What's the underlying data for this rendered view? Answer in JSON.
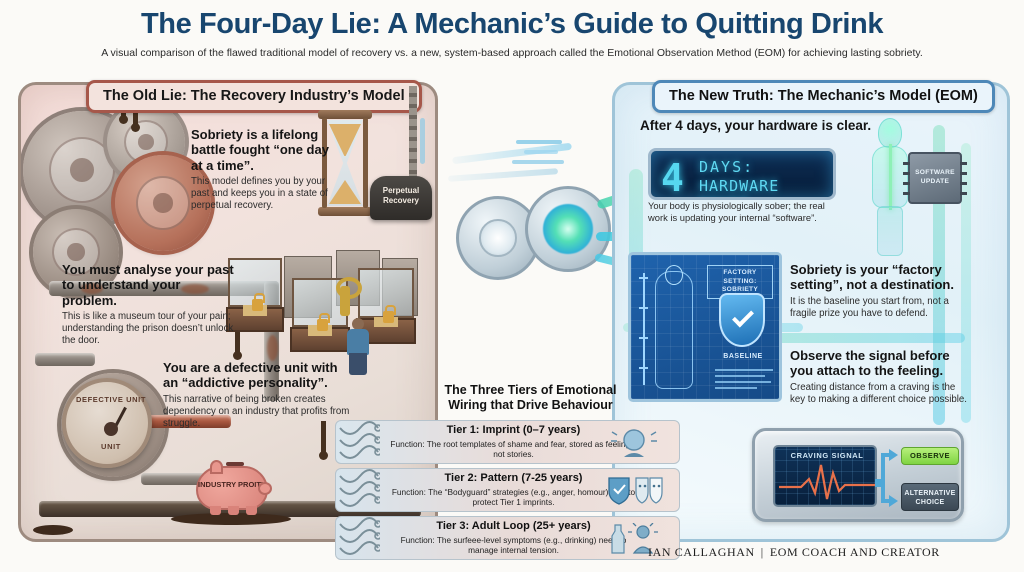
{
  "header": {
    "title_part1": "The Four-Day Lie:",
    "title_part2": " A Mechanic’s Guide to Quitting Drink",
    "subtitle": "A visual comparison of the flawed traditional model of recovery vs. a new, system-based approach called the Emotional Observation Method (EOM) for achieving lasting sobriety."
  },
  "left_panel": {
    "plaque": "The Old Lie: The Recovery Industry’s Model",
    "blocks": [
      {
        "heading": "Sobriety is a lifelong battle fought “one day at a time”.",
        "body": "This model defines you by your past and keeps you in a state of perpetual recovery."
      },
      {
        "heading": "You must analyse your past to understand your problem.",
        "body": "This is like a museum tour of your pain; understanding the prison doesn’t unlock the door."
      },
      {
        "heading": "You are a defective unit with an “addictive personality”.",
        "body": "This narrative of being broken creates dependency on an industry that profits from struggle."
      }
    ],
    "labels": {
      "weight": "Perpetual Recovery",
      "gauge_top": "DEFECTIVE UNIT",
      "gauge_bottom": "UNIT",
      "piggy": "INDUSTRY PROITY"
    }
  },
  "right_panel": {
    "plaque": "The New Truth: The Mechanic’s Model (EOM)",
    "lead_heading": "After 4 days, your hardware is clear.",
    "lcd": {
      "number": "4",
      "line1": "DAYS:",
      "line2": "HARDWARE RESET"
    },
    "lead_caption": "Your body is physiologically sober; the real work is updating your internal “software”.",
    "chip_label": "SOFTWARE UPDATE",
    "blueprint": {
      "label": "FACTORY SETTING: SOBRIETY",
      "baseline": "BASELINE"
    },
    "blocks": [
      {
        "heading": "Sobriety is your “factory setting”, not a destination.",
        "body": "It is the baseline you start from, not a fragile prize you have to defend."
      },
      {
        "heading": "Observe the signal before you attach to the feeling.",
        "body": "Creating distance from a craving is the key to making a different choice possible."
      }
    ],
    "console": {
      "scope_title": "CRAVING SIGNAL",
      "button_observe": "OBSERVE",
      "button_alternative_line1": "ALTERNATIVE",
      "button_alternative_line2": "CHOICE"
    }
  },
  "tiers_section": {
    "title_line1": "The Three Tiers of Emotional",
    "title_line2": "Wiring that Drive Behaviour",
    "tiers": [
      {
        "heading": "Tier 1: Imprint (0–7 years)",
        "body": "Function: The root templates of shame and fear, stored as feelings, not stories.",
        "icon": "distressed-child-icon"
      },
      {
        "heading": "Tier 2: Pattern (7-25 years)",
        "body": "Function: The “Bodyguard” strategies (e.g., anger, homour) built to protect Tier 1 imprints.",
        "icon": "shield-and-masks-icon"
      },
      {
        "heading": "Tier 3: Adult Loop (25+ years)",
        "body": "Function: The surfeee-level symptoms (e.g., drinking) need to manage internal tension.",
        "icon": "bottle-and-person-icon"
      }
    ]
  },
  "footer": {
    "author": "IAN CALLAGHAN",
    "separator": "|",
    "role": "EOM COACH AND CREATOR"
  },
  "colors": {
    "title_dark": "#18466f",
    "title_accent": "#2e78bf",
    "old_panel_border": "#9d8b80",
    "old_plaque_border": "#a6574a",
    "new_panel_border": "#9fc4d8",
    "new_plaque_border": "#4e88b8",
    "lcd_cyan": "#56d8f0",
    "observe_green": "#7fd442",
    "signal_orange": "#e8714a"
  }
}
